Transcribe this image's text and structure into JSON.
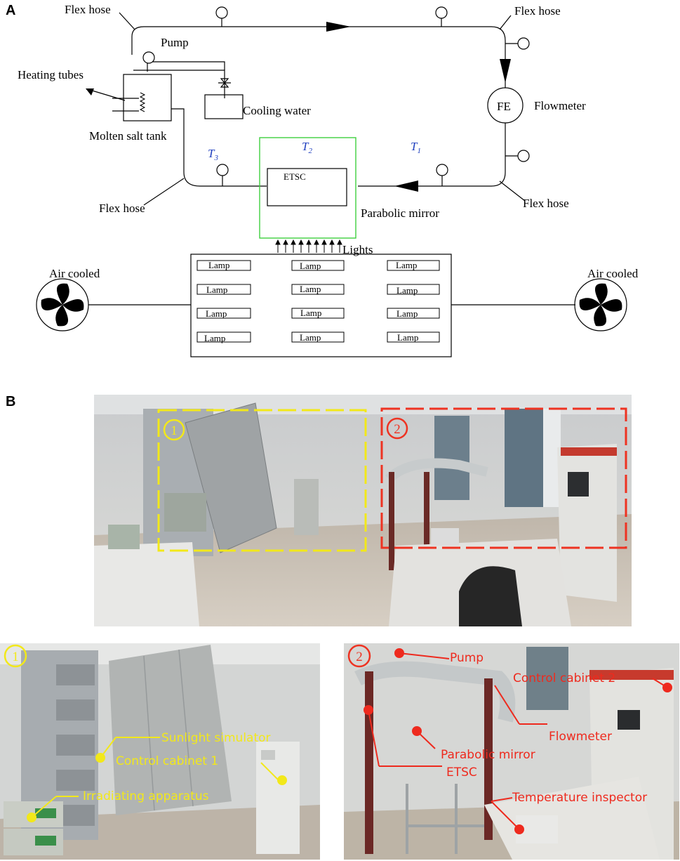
{
  "panel_a": {
    "letter": "A",
    "labels": {
      "flex_hose_top_left": "Flex hose",
      "flex_hose_top_right": "Flex hose",
      "flex_hose_bottom_left": "Flex hose",
      "flex_hose_bottom_right": "Flex hose",
      "pump": "Pump",
      "heating_tubes": "Heating tubes",
      "cooling_water": "Cooling water",
      "molten_salt_tank": "Molten salt tank",
      "flowmeter": "Flowmeter",
      "fe": "FE",
      "etsc": "ETSC",
      "parabolic_mirror": "Parabolic mirror",
      "lights": "Lights",
      "air_cooled_left": "Air cooled",
      "air_cooled_right": "Air cooled",
      "t1": "T",
      "t1_sub": "1",
      "t2": "T",
      "t2_sub": "2",
      "t3": "T",
      "t3_sub": "3"
    },
    "lamps": [
      "Lamp",
      "Lamp",
      "Lamp",
      "Lamp",
      "Lamp",
      "Lamp",
      "Lamp",
      "Lamp",
      "Lamp",
      "Lamp",
      "Lamp",
      "Lamp"
    ],
    "colors": {
      "line": "#000000",
      "temp_label": "#1f3fbf",
      "mirror_box": "#3ecf3e"
    }
  },
  "panel_b": {
    "letter": "B",
    "region_1_marker": "①",
    "region_2_marker": "②",
    "annotations_1": {
      "sunlight_simulator": "Sunlight simulator",
      "control_cabinet_1": "Control cabinet 1",
      "irradiating_apparatus": "Irradiating apparatus"
    },
    "annotations_2": {
      "pump": "Pump",
      "control_cabinet_2": "Control cabinet 2",
      "flowmeter": "Flowmeter",
      "parabolic_mirror": "Parabolic mirror",
      "etsc": "ETSC",
      "temperature_inspector": "Temperature inspector"
    },
    "colors": {
      "region_1": "#f2e81a",
      "region_2": "#ee3322",
      "ann_1": "#f2e81a",
      "ann_2": "#ee2a1e"
    }
  }
}
